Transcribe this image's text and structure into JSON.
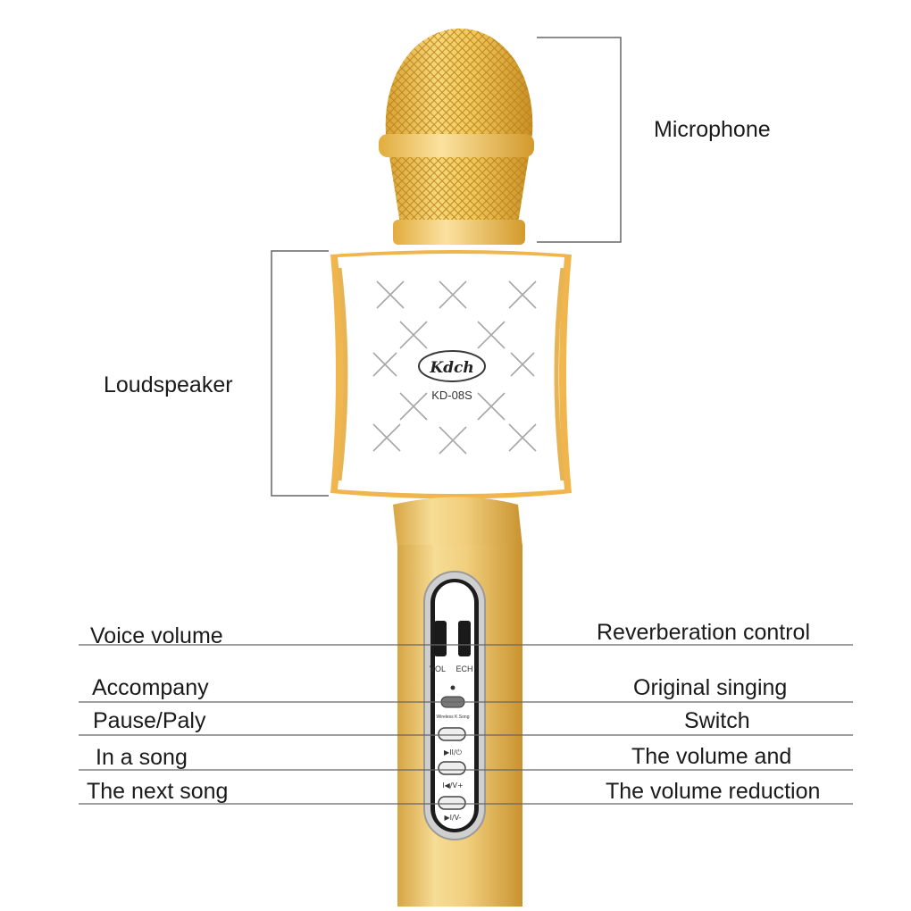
{
  "labels": {
    "microphone": "Microphone",
    "loudspeaker": "Loudspeaker",
    "voice_volume": "Voice volume",
    "reverberation_control": "Reverberation control",
    "accompany": "Accompany",
    "original_singing": "Original singing",
    "pause_play": "Pause/Paly",
    "switch": "Switch",
    "in_a_song": "In a song",
    "volume_and": "The volume and",
    "next_song": "The next song",
    "volume_reduction": "The volume reduction"
  },
  "device": {
    "brand": "Kdch",
    "model": "KD-08S",
    "knob_left": "VOL",
    "knob_right": "ECH",
    "switch_caption": "Wireless K Song",
    "btn_play_power": "▶II/⏻",
    "btn_prev_vol_up": "I◀/V+",
    "btn_next_vol_down": "▶I/V-"
  },
  "colors": {
    "gold": "#e8b64a",
    "gold_light": "#f6d98a",
    "line": "#555555"
  }
}
